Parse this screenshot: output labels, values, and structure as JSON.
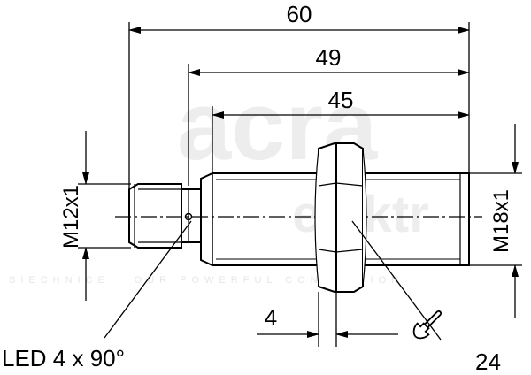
{
  "drawing": {
    "dimensions": {
      "overall_length": "60",
      "length_to_connector_flange": "49",
      "thread_length": "45",
      "connector_thread": "M12x1",
      "body_thread": "M18x1",
      "nut_thickness": "4",
      "wrench_size": "24"
    },
    "led_label": "LED 4 x 90°",
    "colors": {
      "line": "#000000",
      "watermark": "#ececec"
    }
  },
  "watermark": {
    "brand": "acra",
    "line2": "elektr",
    "tagline": "SIECHNICE · OUR POWERFUL CONNECTION"
  }
}
